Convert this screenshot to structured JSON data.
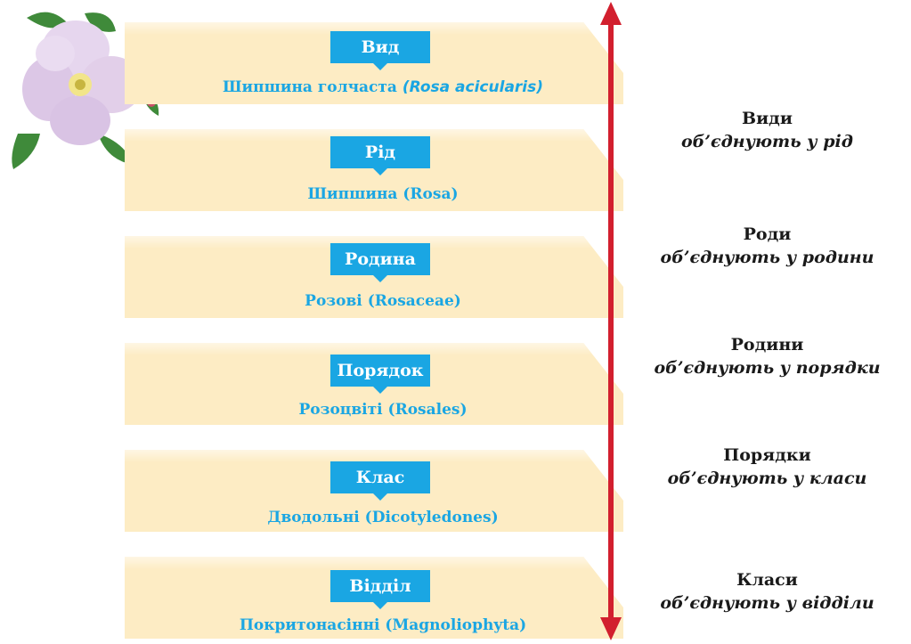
{
  "levels": [
    {
      "rank": "Вид",
      "name": "Шипшина голчаста",
      "latin": "(Rosa acicularis)"
    },
    {
      "rank": "Рід",
      "name": "Шипшина",
      "latin": "(Rosa)"
    },
    {
      "rank": "Родина",
      "name": "Розові",
      "latin": "(Rosaceae)"
    },
    {
      "rank": "Порядок",
      "name": "Розоцвіті",
      "latin": "(Rosales)"
    },
    {
      "rank": "Клас",
      "name": "Дводольні",
      "latin": "(Dicotyledones)"
    },
    {
      "rank": "Відділ",
      "name": "Покритонасінні",
      "latin": "(Magnoliophyta)"
    }
  ],
  "side_notes": [
    {
      "head": "Види",
      "text": "об’єднують  у рід"
    },
    {
      "head": "Роди",
      "text": "об’єднують у родини"
    },
    {
      "head": "Родини",
      "text": "об’єднують у порядки"
    },
    {
      "head": "Порядки",
      "text": "об’єднують у класи"
    },
    {
      "head": "Класи",
      "text": "об’єднують у відділи"
    }
  ],
  "colors": {
    "band": "#fdecc4",
    "label": "#1aa6e3",
    "arrow": "#d21f2e"
  },
  "icons": [
    "rose-flower-illustration",
    "double-arrow-icon"
  ]
}
